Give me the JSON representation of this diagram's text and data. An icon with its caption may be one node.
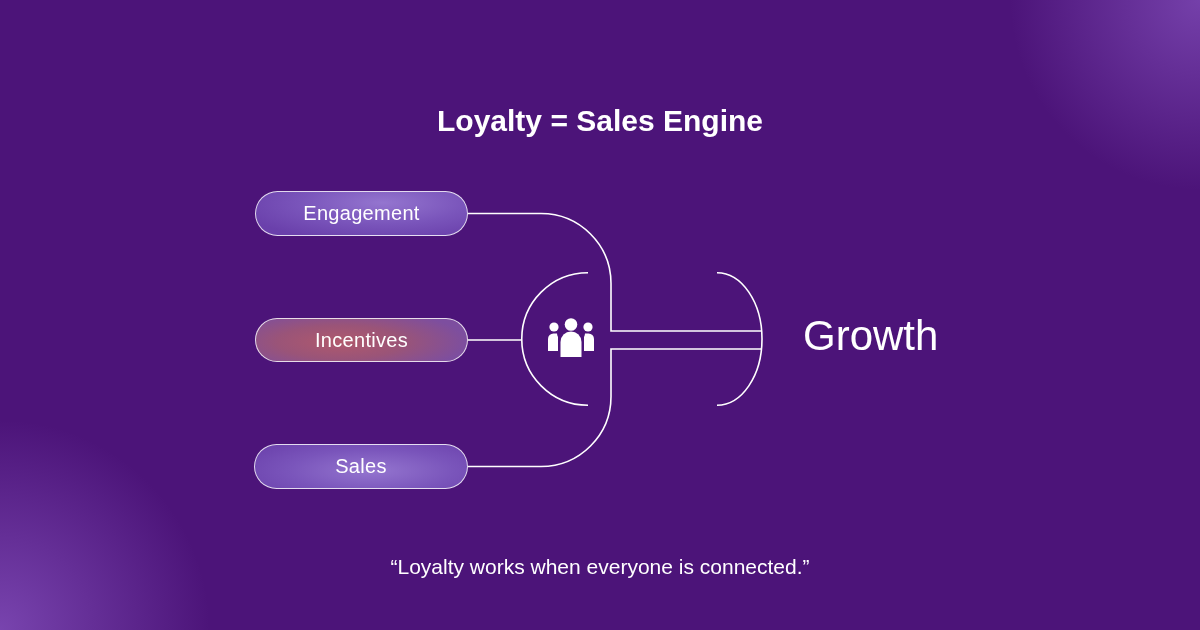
{
  "diagram": {
    "title": "Loyalty = Sales Engine",
    "caption": "“Loyalty works when everyone is connected.”",
    "nodes": [
      {
        "text": [
          "Engagement"
        ]
      },
      {
        "text": [
          "Incentives"
        ]
      },
      {
        "text": [
          "Sales"
        ]
      },
      {
        "text": [],
        "shape": "semicircle"
      },
      {
        "text": [],
        "shape": "semicircle"
      }
    ],
    "edges": [
      {
        "from": 0,
        "to": 4,
        "arrow": "none"
      },
      {
        "from": 1,
        "to": 3,
        "arrow": "none"
      },
      {
        "from": 2,
        "to": 4,
        "arrow": "none"
      }
    ],
    "labels": [
      "Growth"
    ]
  }
}
